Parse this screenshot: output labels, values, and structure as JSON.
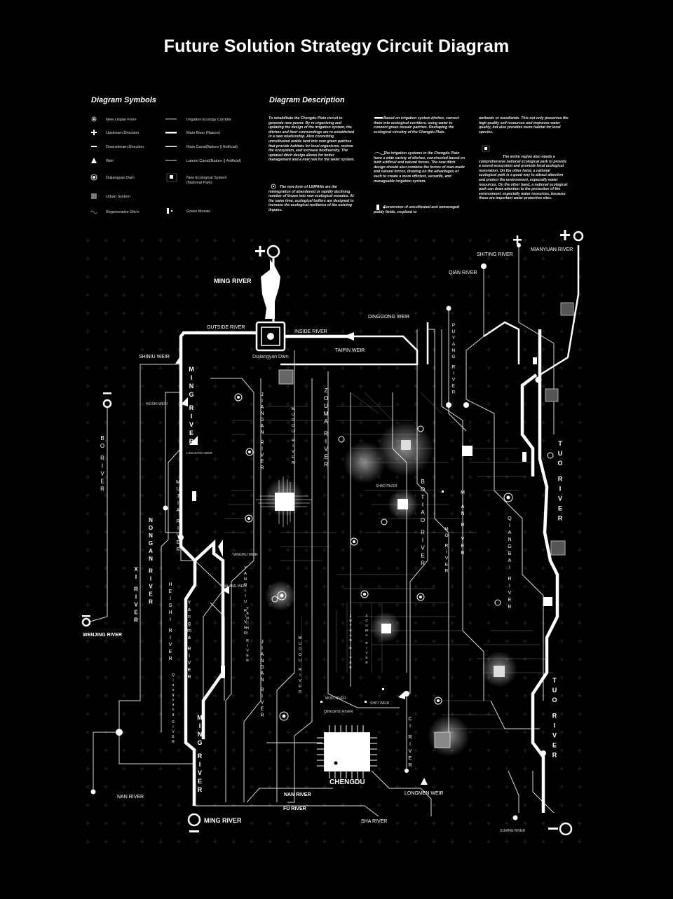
{
  "title": "Future Solution Strategy Circuit Diagram",
  "symbols": {
    "heading": "Diagram Symbols",
    "col1": [
      {
        "icon": "new-linpan-icon",
        "label": "New Linpan Form"
      },
      {
        "icon": "upstream-icon",
        "label": "Upstream Direction"
      },
      {
        "icon": "downstream-icon",
        "label": "Downstream Direction"
      },
      {
        "icon": "weir-icon",
        "label": "Weir"
      },
      {
        "icon": "dam-icon",
        "label": "Dujiangyan Dam"
      },
      {
        "icon": "urban-system-icon",
        "label": "Urban System"
      },
      {
        "icon": "regenerative-ditch-icon",
        "label": "Regenerative Ditch"
      }
    ],
    "col2": [
      {
        "icon": "irrigation-corridor-icon",
        "label": "Irrigation Ecology Corridor"
      },
      {
        "icon": "main-river-icon",
        "label": "Main River (Nature)"
      },
      {
        "icon": "main-canal-icon",
        "label": "Main Canal(Nature || Artificial)"
      },
      {
        "icon": "lateral-canal-icon",
        "label": "Lateral Canal(Nature || Artificial)"
      },
      {
        "icon": "ecological-system-icon",
        "label": "New Ecological System (National Park)"
      },
      {
        "icon": "green-mosaic-icon",
        "label": "Green Mosaic"
      }
    ]
  },
  "description": {
    "heading": "Diagram Description",
    "p1": "To rehabilitate the Chengdu Plain circuit to generate new power. By re-organizing and updating the design of the irrigation system, the ditches and their surroundings are re-established in a new relationship. Also converting uncultivated arable land into new green patches that provide habitats for local organisms, restore the ecosystem, and increase biodiversity. The updated ditch design allows for better management and a new role for the water system.",
    "p2": "The new form of LINPANs are the reintegration of abandoned or rapidly declining number of linpan into new ecological mosaics. At the same time, ecological buffers are designed to increase the ecological resilience of the existing linpans.",
    "p3": "Based on irrigation system ditches, convert them into ecological corridors, using water to connect green mosaic patches. Reshaping the ecological circuitry of the Chengdu Plain.",
    "p4": "The irrigation systems in the Chengdu Plain have a wide variety of ditches, constructed based on both artificial and natural forces. The new ditch design should also combine the forces of man-made and natural forces, drawing on the advantages of each to create a more efficient, versatile, and manageable irrigation system.",
    "p5": "Conversion of uncultivated and unmanaged paddy fields, cropland to",
    "p6": "wetlands or woodlands. This not only preserves the high quality soil resources and improves water quality, but also provides more habitat for local species.",
    "p7": "The entire region also needs a comprehensive national ecological park to provide a sound ecosystem and promote local ecological restoration. On the other hand, a national ecological park is a good way to attract attention and protect the environment, especially water resources. On the other hand, a national ecological park can draw attention to the protection of the environment, especially water resources, because these are important water protection sites."
  },
  "labels": {
    "ming_river_top": "MING  RIVER",
    "outside_river": "OUTSIDE RIVER",
    "inside_river": "INSIDE RIVER",
    "dujiangyan_dam": "Dujiangyan Dam",
    "dinggong_weir": "DINGGONG WEIR",
    "taipin_weir": "TAIPIN WEIR",
    "shiniu_weir": "SHINIU WEIR",
    "heishi_weir": "HEISHI WEIR",
    "lingjiang_weir": "LINGJIANG WEIR",
    "shiting_river": "SHITING RIVER",
    "qian_river": "QIAN RIVER",
    "mianyuan_river": "MIANYUAN RIVER",
    "ming_river_v": "MING RIVER",
    "jiangan_river": "JIANGAN RIVER",
    "wudou_river": "WUDOU RIVER",
    "zouma_river": "ZOUMA RIVER",
    "puyang_river": "PUYANG RIVER",
    "bo_river": "BO RIVER",
    "tuo_river": "TUO RIVER",
    "mujia_river": "MUJIA RIVER",
    "nongan_river": "NONGAN RIVER",
    "xi_river": "XI RIVER",
    "heishi_river": "HEISHI RIVER",
    "yangma_river": "Yangma RIVER",
    "qiangyang_river": "Qiangyang RIVER",
    "yangliu_river": "YANGLIU RIVER",
    "yangwu_weir": "YANGWU WEIR",
    "dalang_weir": "DALANG WEIR",
    "shad_river": "SHAD RIVER",
    "botiao_river": "BOTIAO RIVER",
    "mian_river": "MIAN RIVER",
    "mo_river": "MO RIVER",
    "qiangbai_river": "QIANGBAI RIVER",
    "ci_river": "CI RIVER",
    "modi_river": "MODI RIVER",
    "qingshui_river": "QINGSHUI RIVER",
    "shiti_weir": "SHITI WEIR",
    "chengdu": "CHENGDU",
    "longmen_weir": "LONGMEN WEIR",
    "wenjing_river": "WENJING RIVER",
    "nan_river_left": "NAN RIVER",
    "nan_river": "NAN RIVER",
    "fu_river": "FU RIVER",
    "sha_river": "SHA  RIVER",
    "ming_river_bottom": "MING  RIVER",
    "xijiang_river": "XIJIANG RIVER",
    "yanchi_river": "YANCHI RIVER",
    "xuyuan_river": "XUYUAN RIVER",
    "zouma_river_2": "ZOUMA RIVER"
  },
  "colors": {
    "background": "#000000",
    "line": "#ffffff",
    "grid": "#2a2a2a"
  }
}
